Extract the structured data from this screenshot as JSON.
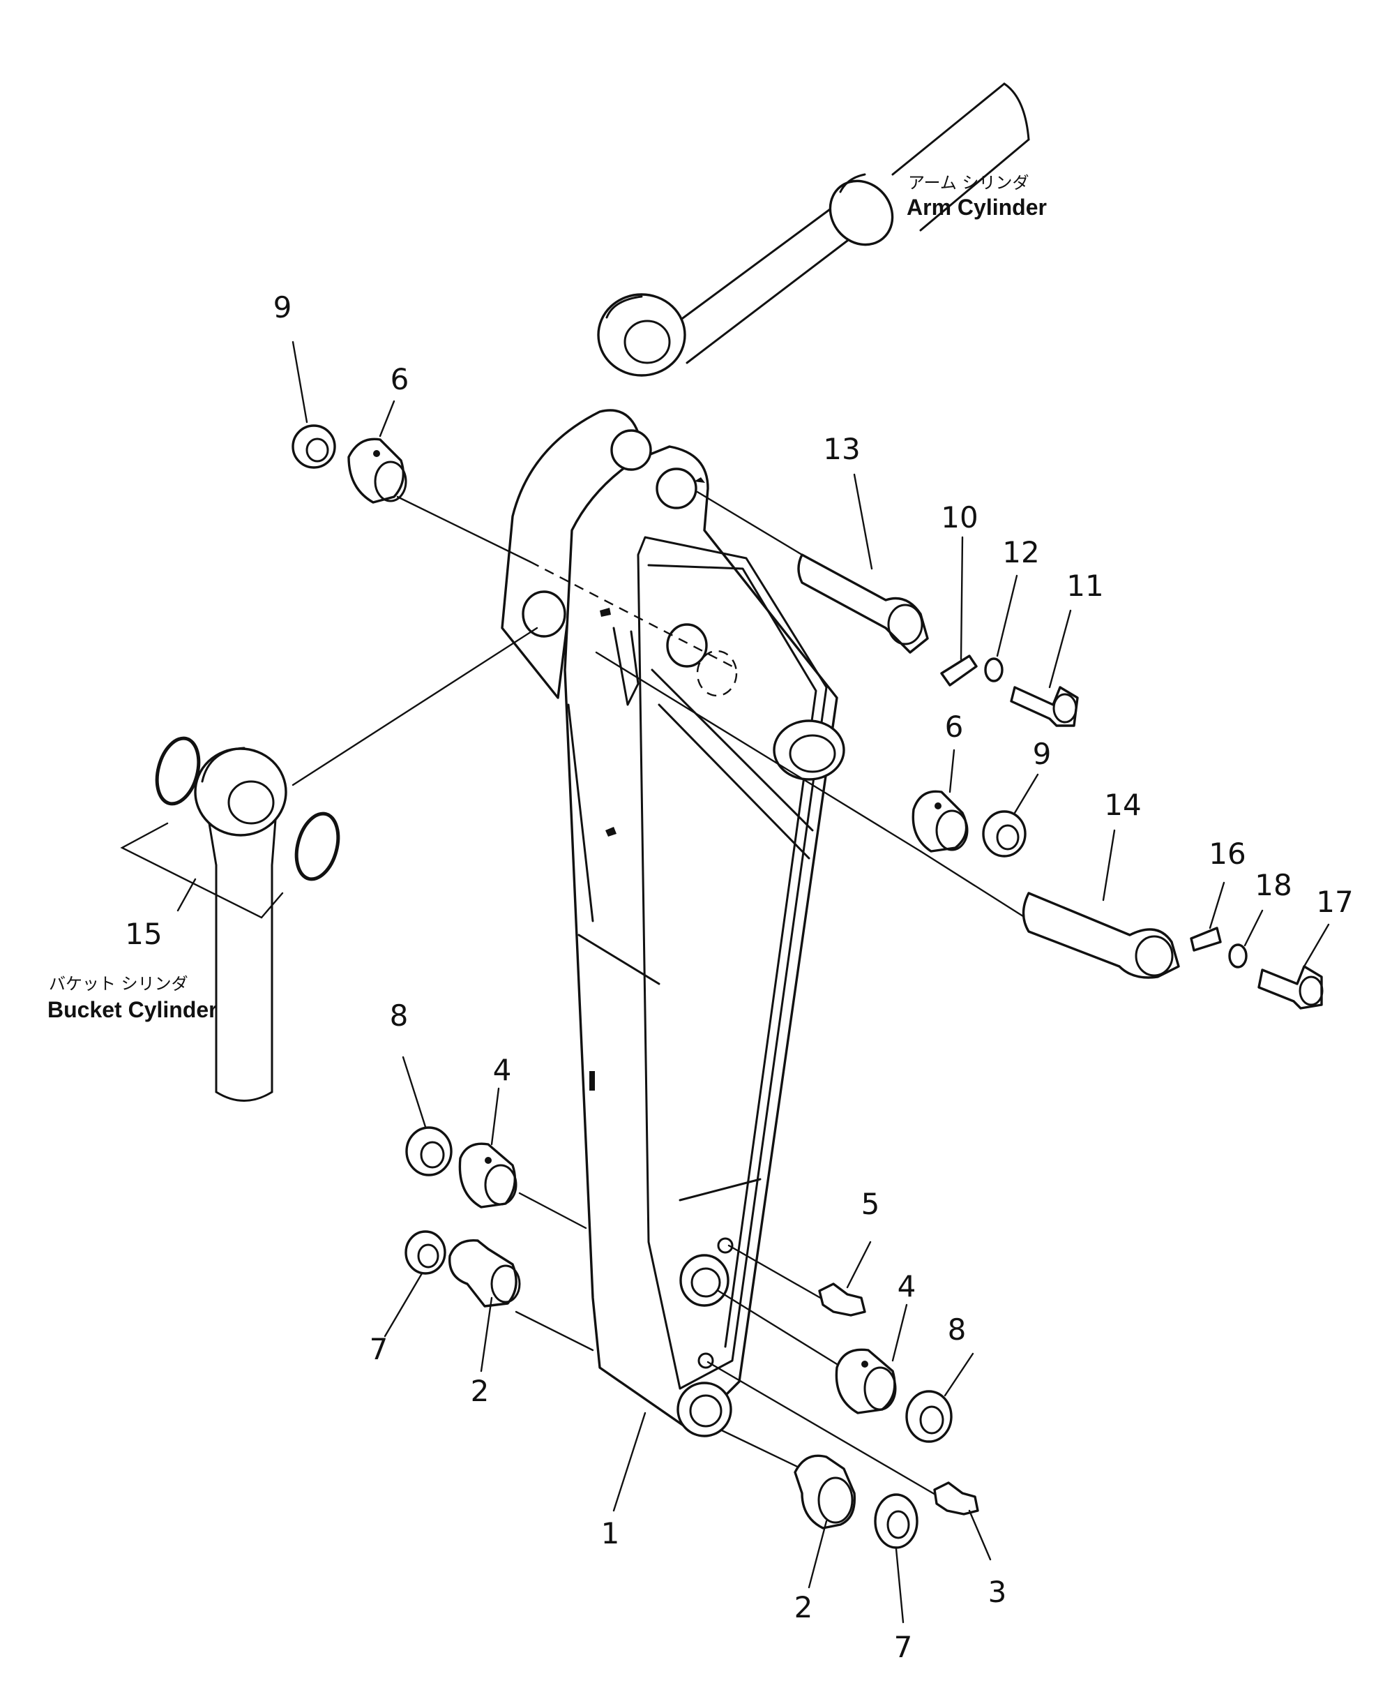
{
  "labels": {
    "arm_cylinder_jp": "アーム シリンダ",
    "arm_cylinder_en": "Arm Cylinder",
    "bucket_cylinder_jp": "バケット シリンダ",
    "bucket_cylinder_en": "Bucket Cylinder"
  },
  "callouts": {
    "c1": "1",
    "c2a": "2",
    "c2b": "2",
    "c3": "3",
    "c4a": "4",
    "c4b": "4",
    "c5": "5",
    "c6a": "6",
    "c6b": "6",
    "c7a": "7",
    "c7b": "7",
    "c8a": "8",
    "c8b": "8",
    "c9a": "9",
    "c9b": "9",
    "c10": "10",
    "c11": "11",
    "c12": "12",
    "c13": "13",
    "c14": "14",
    "c15": "15",
    "c16": "16",
    "c17": "17",
    "c18": "18"
  }
}
